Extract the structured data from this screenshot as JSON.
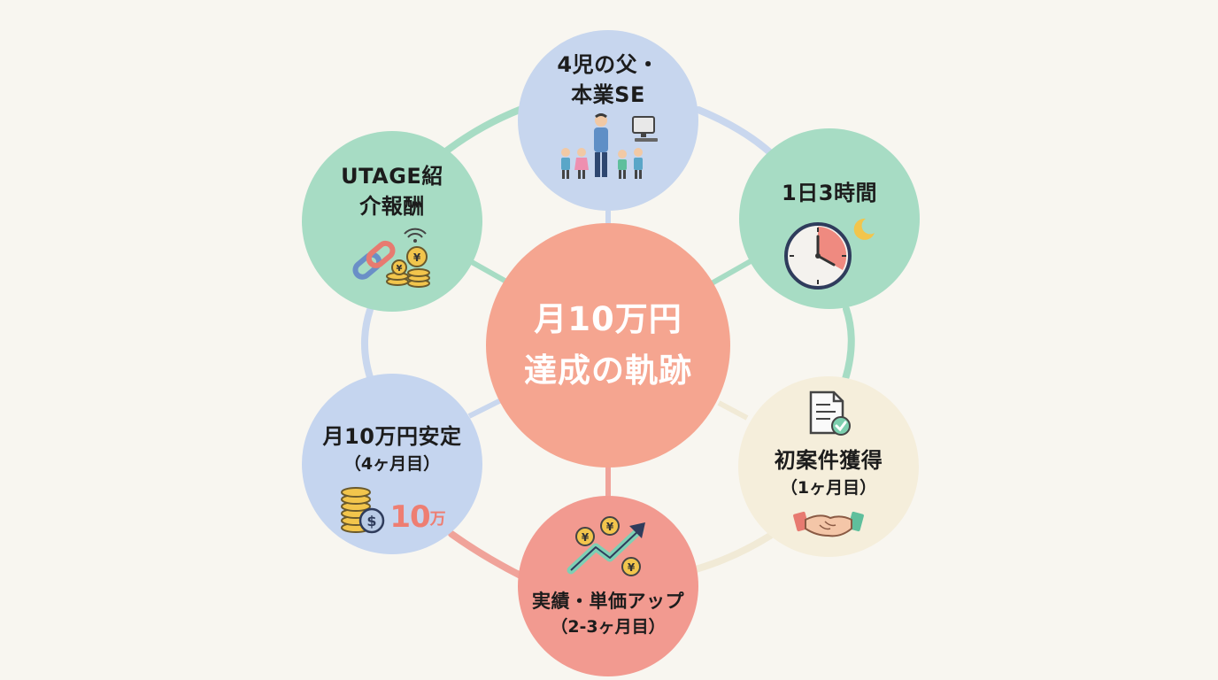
{
  "diagram": {
    "center": {
      "line1": "月10万円",
      "line2": "達成の軌跡"
    },
    "nodes": {
      "father": {
        "line1": "4児の父・",
        "line2": "本業SE",
        "icon": "family-with-computer-icon"
      },
      "time": {
        "line1": "1日3時間",
        "icon": "clock-with-moon-icon"
      },
      "first": {
        "line1": "初案件獲得",
        "line2": "（1ヶ月目）",
        "icon": "document-check-and-handshake-icon"
      },
      "growth": {
        "line1": "実績・単価アップ",
        "line2": "（2-3ヶ月目）",
        "icon": "yen-coins-rising-arrow-icon"
      },
      "stable": {
        "line1": "月10万円安定",
        "line2": "（4ヶ月目）",
        "badge_number": "10",
        "badge_unit": "万",
        "icon": "coin-stack-icon"
      },
      "utage": {
        "line1": "UTAGE紹",
        "line2": "介報酬",
        "icon": "link-and-yen-coins-icon"
      }
    },
    "colors": {
      "background": "#f8f6f0",
      "center": "#f5a590",
      "blue": "#c7d6ee",
      "green": "#a7dcc4",
      "cream": "#f5eedb",
      "coral": "#f29a90",
      "accent_red": "#ee7e72"
    }
  }
}
